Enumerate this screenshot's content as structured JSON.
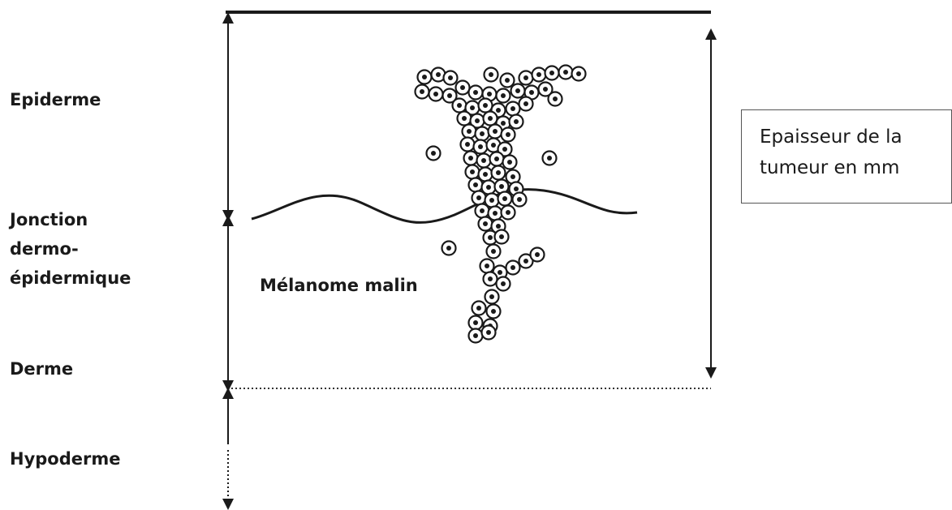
{
  "layers": {
    "epiderme": "Epiderme",
    "jonction_line1": "Jonction",
    "jonction_line2": "dermo-",
    "jonction_line3": "épidermique",
    "derme": "Derme",
    "hypoderme": "Hypoderme"
  },
  "tumor": {
    "label": "Mélanome malin"
  },
  "thickness": {
    "line1": "Epaisseur de la",
    "line2": "tumeur en mm"
  },
  "colors": {
    "ink": "#1a1a1a",
    "box_border": "#555555"
  },
  "icons": {
    "arrow": "double-headed-arrow",
    "cell": "melanoma-cell-circle"
  }
}
